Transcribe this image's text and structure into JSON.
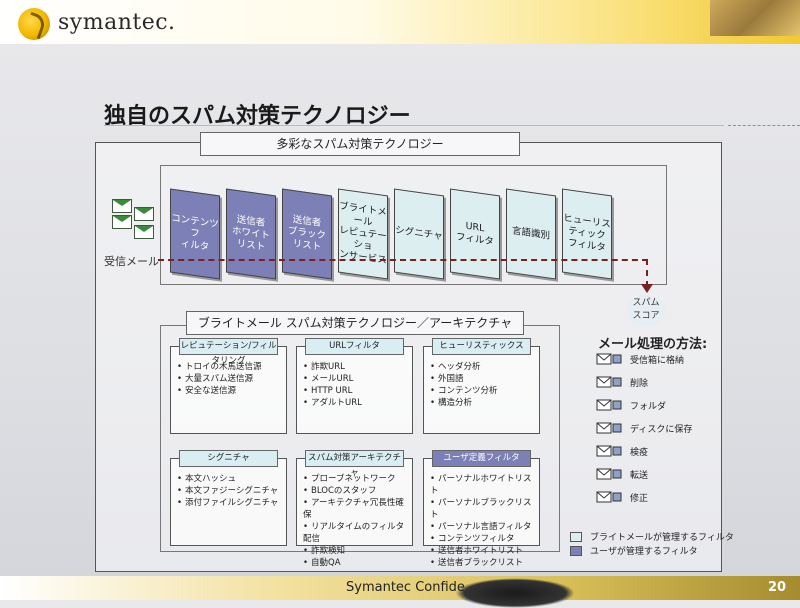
{
  "brand": {
    "logo_text": "symantec.",
    "footer": "Symantec Confide",
    "page": "20"
  },
  "slide": {
    "title": "独自のスパム対策テクノロジー",
    "top_section_title": "多彩なスパム対策テクノロジー",
    "incoming_label": "受信メール",
    "spam_score": "スパム\nスコア",
    "filters": [
      {
        "label": "コンテンツフ\nィルタ",
        "kind": "user"
      },
      {
        "label": "送信者\nホワイト\nリスト",
        "kind": "user"
      },
      {
        "label": "送信者\nブラック\nリスト",
        "kind": "user"
      },
      {
        "label": "ブライトメール\nレピュテーショ\nンサービス",
        "kind": "sym"
      },
      {
        "label": "シグニチャ",
        "kind": "sym"
      },
      {
        "label": "URL\nフィルタ",
        "kind": "sym"
      },
      {
        "label": "言語識別",
        "kind": "sym"
      },
      {
        "label": "ヒューリス\nティック\nフィルタ",
        "kind": "sym"
      }
    ],
    "arch_title": "ブライトメール スパム対策テクノロジー／アーキテクチャ",
    "cells": [
      {
        "head": "レピュテーション/フィルタリング",
        "kind": "sym",
        "items": [
          "トロイの木馬送信源",
          "大量スパム送信源",
          "安全な送信源"
        ]
      },
      {
        "head": "URLフィルタ",
        "kind": "sym",
        "items": [
          "詐欺URL",
          "メールURL",
          "HTTP URL",
          "アダルトURL"
        ]
      },
      {
        "head": "ヒューリスティックス",
        "kind": "sym",
        "items": [
          "ヘッダ分析",
          "外国語",
          "コンテンツ分析",
          "構造分析"
        ]
      },
      {
        "head": "シグニチャ",
        "kind": "sym",
        "items": [
          "本文ハッシュ",
          "本文ファジーシグニチャ",
          "添付ファイルシグニチャ"
        ]
      },
      {
        "head": "スパム対策アーキテクチャ",
        "kind": "sym",
        "items": [
          "プローブネットワーク",
          "BLOCのスタッフ",
          "アーキテクチャ冗長性確保",
          "リアルタイムのフィルタ配信",
          "詐欺検知",
          "自動QA"
        ]
      },
      {
        "head": "ユーザ定義フィルタ",
        "kind": "user",
        "items": [
          "パーソナルホワイトリスト",
          "パーソナルブラックリスト",
          "パーソナル言語フィルタ",
          "コンテンツフィルタ",
          "送信者ホワイトリスト",
          "送信者ブラックリスト"
        ]
      }
    ],
    "methods_title": "メール処理の方法:",
    "methods": [
      {
        "label": "受信箱に格納",
        "icon": "inbox-icon"
      },
      {
        "label": "削除",
        "icon": "delete-icon"
      },
      {
        "label": "フォルダ",
        "icon": "folder-icon"
      },
      {
        "label": "ディスクに保存",
        "icon": "disk-icon"
      },
      {
        "label": "検疫",
        "icon": "quarantine-icon"
      },
      {
        "label": "転送",
        "icon": "forward-icon"
      },
      {
        "label": "修正",
        "icon": "modify-icon"
      }
    ],
    "legend": [
      {
        "label": "ブライトメールが管理するフィルタ",
        "color": "#dceef0"
      },
      {
        "label": "ユーザが管理するフィルタ",
        "color": "#7d80b6"
      }
    ]
  }
}
